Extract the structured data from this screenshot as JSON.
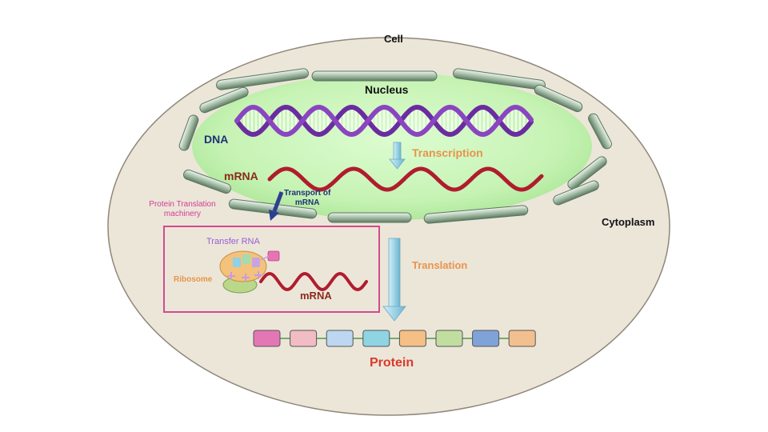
{
  "labels": {
    "cell": "Cell",
    "nucleus": "Nucleus",
    "dna": "DNA",
    "transcription": "Transcription",
    "mrna_nucleus": "mRNA",
    "transport_line1": "Transport of",
    "transport_line2": "mRNA",
    "cytoplasm": "Cytoplasm",
    "machinery_line1": "Protein Translation",
    "machinery_line2": "machinery",
    "transfer_rna": "Transfer RNA",
    "ribosome": "Ribosome",
    "mrna_cytoplasm": "mRNA",
    "translation": "Translation",
    "protein": "Protein"
  },
  "colors": {
    "cell_fill": "#ece6d9",
    "cell_stroke": "#8f877a",
    "nucleus_fill": "#cdf7bd",
    "envelope": "#9ab79e",
    "dna": "#6a2ca0",
    "mrna": "#b01c2e",
    "label_orange": "#e8944a",
    "label_navy": "#22307a",
    "label_mrna": "#8b2a1a",
    "label_pink": "#d23d96",
    "label_violet": "#9a5cd6",
    "protein_red": "#d83a2a",
    "arrow_blue": "#9dd3e6",
    "transport_arrow": "#2c3f8f",
    "machinery_border": "#d24a8e"
  },
  "protein_beads": [
    "#e377b6",
    "#f2bcc4",
    "#bcd7ef",
    "#8fd4e3",
    "#f5bf86",
    "#c2dda0",
    "#7fa3d8",
    "#f2c08e"
  ]
}
